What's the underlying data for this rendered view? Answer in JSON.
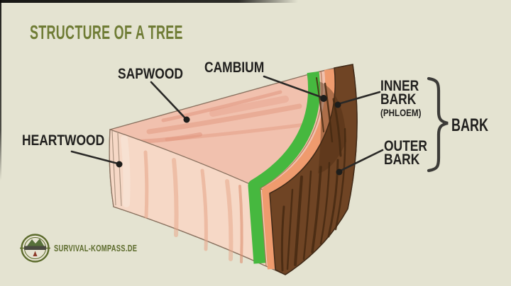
{
  "title": "STRUCTURE OF A TREE",
  "labels": {
    "sapwood": "SAPWOOD",
    "cambium": "CAMBIUM",
    "heartwood": "HEARTWOOD",
    "inner_bark_1": "INNER",
    "inner_bark_2": "BARK",
    "inner_bark_sub": "(PHLOEM)",
    "outer_bark_1": "OUTER",
    "outer_bark_2": "BARK",
    "bark_group": "BARK"
  },
  "footer": {
    "site_name": "SURVIVAL-KOMPASS.DE"
  },
  "icons": {
    "logo": "compass-mountain-logo"
  },
  "colors": {
    "background": "#e4e3d1",
    "title_green": "#6f7c35",
    "ink": "#21201e",
    "leader_line": "#2a2927",
    "sapwood_top": "#f1c1ae",
    "heartwood_face": "#f6d8c6",
    "cambium_green": "#46b83f",
    "phloem_orange": "#ef9b6e",
    "bark_brown": "#6f4424",
    "bark_dark": "#4a2a12",
    "pencil_outline": "#8a7260",
    "logo_olive": "#5c6b2c"
  }
}
